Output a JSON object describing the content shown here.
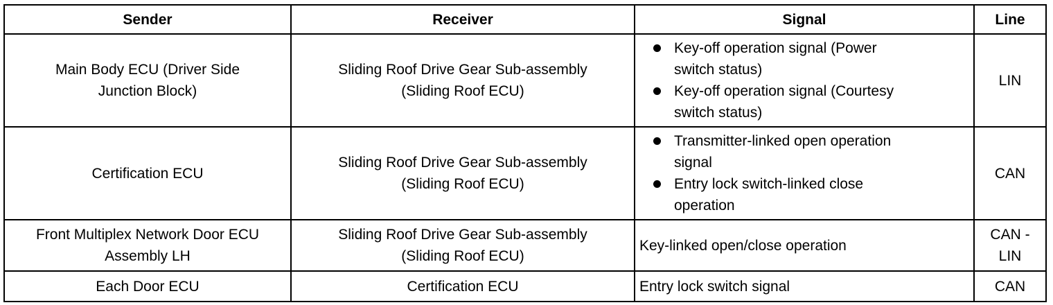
{
  "headers": {
    "sender": "Sender",
    "receiver": "Receiver",
    "signal": "Signal",
    "line": "Line"
  },
  "rows": [
    {
      "sender": [
        "Main Body ECU (Driver Side",
        "Junction Block)"
      ],
      "receiver": [
        "Sliding Roof Drive Gear Sub-assembly",
        "(Sliding Roof ECU)"
      ],
      "signals": [
        [
          "Key-off operation signal (Power",
          "switch status)"
        ],
        [
          "Key-off operation signal (Courtesy",
          "switch status)"
        ]
      ],
      "line": [
        "LIN"
      ]
    },
    {
      "sender": [
        "Certification ECU"
      ],
      "receiver": [
        "Sliding Roof Drive Gear Sub-assembly",
        "(Sliding Roof ECU)"
      ],
      "signals": [
        [
          "Transmitter-linked open operation",
          "signal"
        ],
        [
          "Entry lock switch-linked close",
          "operation"
        ]
      ],
      "line": [
        "CAN"
      ]
    },
    {
      "sender": [
        "Front Multiplex Network Door ECU",
        "Assembly LH"
      ],
      "receiver": [
        "Sliding Roof Drive Gear Sub-assembly",
        "(Sliding Roof ECU)"
      ],
      "signal": "Key-linked open/close operation",
      "line": [
        "CAN -",
        "LIN"
      ]
    },
    {
      "sender": [
        "Each Door ECU"
      ],
      "receiver": [
        "Certification ECU"
      ],
      "signal": "Entry lock switch signal",
      "line": [
        "CAN"
      ]
    }
  ]
}
